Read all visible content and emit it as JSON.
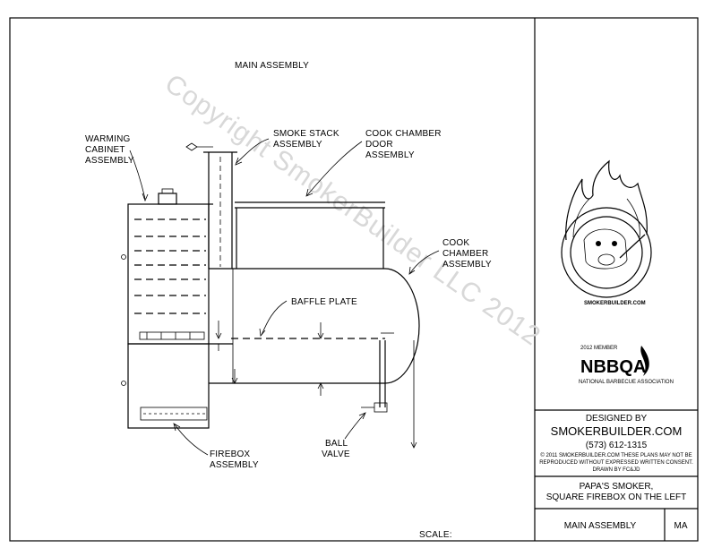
{
  "title": "MAIN ASSEMBLY",
  "watermark": "Copyright SmokerBuilder LLC 2012",
  "labels": {
    "warming_cabinet": [
      "WARMING",
      "CABINET",
      "ASSEMBLY"
    ],
    "smoke_stack": [
      "SMOKE STACK",
      "ASSEMBLY"
    ],
    "cook_chamber_door": [
      "COOK CHAMBER",
      "DOOR",
      "ASSEMBLY"
    ],
    "cook_chamber": [
      "COOK",
      "CHAMBER",
      "ASSEMBLY"
    ],
    "baffle_plate": "BAFFLE PLATE",
    "firebox": [
      "FIREBOX",
      "ASSEMBLY"
    ],
    "ball_valve": [
      "BALL",
      "VALVE"
    ]
  },
  "scale_label": "SCALE:",
  "logo": {
    "text": "SMOKERBUILDER.COM",
    "nbbq_member": "2012 MEMBER",
    "nbbq": "NBBQA",
    "nbbq_name": "NATIONAL BARBECUE ASSOCIATION"
  },
  "title_block": {
    "designed_by": "DESIGNED BY",
    "company": "SMOKERBUILDER.COM",
    "phone": "(573) 612-1315",
    "copyright": [
      "© 2011 SMOKERBUILDER.COM THESE PLANS MAY NOT BE",
      "REPRODUCED WITHOUT EXPRESSED WRITTEN CONSENT.",
      "DRAWN BY FC&JD"
    ],
    "project": [
      "PAPA'S SMOKER,",
      "SQUARE FIREBOX ON THE LEFT"
    ],
    "sheet_name": "MAIN ASSEMBLY",
    "sheet_code": "MA"
  }
}
